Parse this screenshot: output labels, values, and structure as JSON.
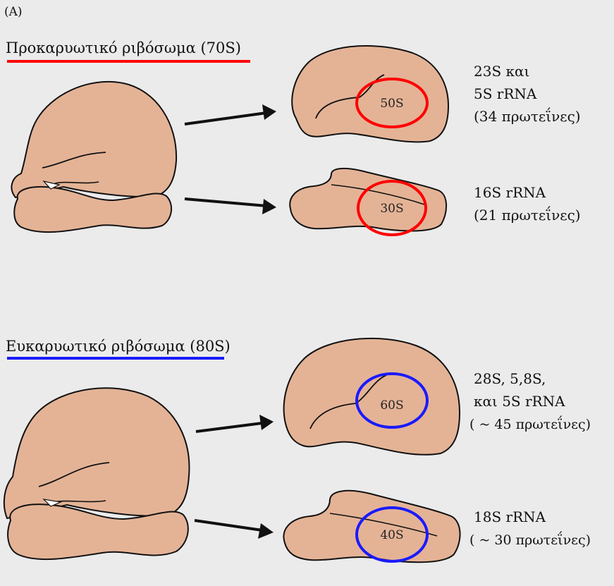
{
  "panel_label": "(A)",
  "colors": {
    "background": "#ebebec",
    "ribosome_fill": "#e4b396",
    "outline": "#111111",
    "prokaryote_accent": "#ff0000",
    "eukaryote_accent": "#1a1aff"
  },
  "prokaryote": {
    "title": "Προκαρυωτικό ριβόσωμα (70S)",
    "large_subunit": {
      "label": "50S",
      "desc": [
        "23S και",
        "5S rRNA",
        "(34 πρωτεΐνες)"
      ]
    },
    "small_subunit": {
      "label": "30S",
      "desc": [
        "16S rRNA",
        "(21 πρωτεΐνες)"
      ]
    }
  },
  "eukaryote": {
    "title": "Ευκαρυωτικό ριβόσωμα (80S)",
    "large_subunit": {
      "label": "60S",
      "desc": [
        "28S, 5,8S,",
        "και 5S rRNA",
        "( ~ 45 πρωτεΐνες)"
      ]
    },
    "small_subunit": {
      "label": "40S",
      "desc": [
        "18S rRNA",
        "( ~ 30 πρωτεΐνες)"
      ]
    }
  }
}
